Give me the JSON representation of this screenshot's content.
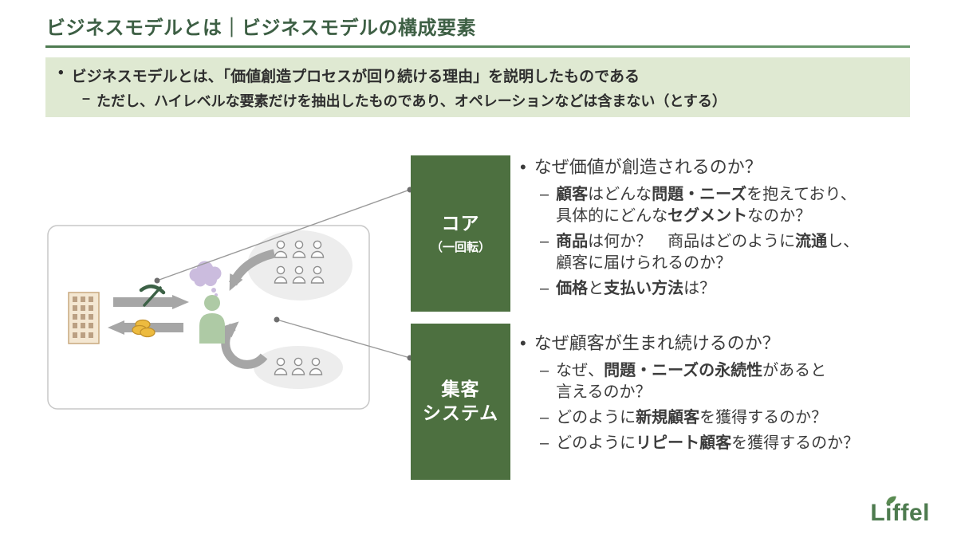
{
  "title": "ビジネスモデルとは｜ビジネスモデルの構成要素",
  "markers": {
    "dot": "•",
    "dash": "–"
  },
  "callout": {
    "line1": "ビジネスモデルとは、「価値創造プロセスが回り続ける理由」を説明したものである",
    "line2": "ただし、ハイレベルな要素だけを抽出したものであり、オペレーションなどは含まない（とする）"
  },
  "sections": [
    {
      "label_main": "コア",
      "label_sub": "（一回転）",
      "heading": "なぜ価値が創造されるのか？",
      "items": [
        [
          {
            "t": "顧客",
            "b": true
          },
          {
            "t": "はどんな"
          },
          {
            "t": "問題・ニーズ",
            "b": true
          },
          {
            "t": "を抱えており、"
          },
          {
            "br": true
          },
          {
            "t": "具体的にどんな"
          },
          {
            "t": "セグメント",
            "b": true
          },
          {
            "t": "なのか？"
          }
        ],
        [
          {
            "t": "商品",
            "b": true
          },
          {
            "t": "は何か？　商品はどのように"
          },
          {
            "t": "流通",
            "b": true
          },
          {
            "t": "し、"
          },
          {
            "br": true
          },
          {
            "t": "顧客に届けられるのか？"
          }
        ],
        [
          {
            "t": "価格",
            "b": true
          },
          {
            "t": "と"
          },
          {
            "t": "支払い方法",
            "b": true
          },
          {
            "t": "は？"
          }
        ]
      ]
    },
    {
      "label_main": "集客",
      "label_sub": "システム",
      "heading": "なぜ顧客が生まれ続けるのか？",
      "items": [
        [
          {
            "t": "なぜ、"
          },
          {
            "t": "問題・ニーズの永続性",
            "b": true
          },
          {
            "t": "があると"
          },
          {
            "br": true
          },
          {
            "t": "言えるのか？"
          }
        ],
        [
          {
            "t": "どのように"
          },
          {
            "t": "新規顧客",
            "b": true
          },
          {
            "t": "を獲得するのか？"
          }
        ],
        [
          {
            "t": "どのように"
          },
          {
            "t": "リピート顧客",
            "b": true
          },
          {
            "t": "を獲得するのか？"
          }
        ]
      ]
    }
  ],
  "diagram": {
    "icons": [
      "building-icon",
      "exchange-arrow-right-icon",
      "exchange-arrow-left-icon",
      "pickaxe-icon",
      "coins-icon",
      "person-icon",
      "thought-cloud-icon",
      "customer-group-top-icon",
      "customer-group-bottom-icon",
      "cycle-arrow-icon"
    ]
  },
  "logo": {
    "text": "Liffel"
  },
  "colors": {
    "accent_green": "#3d5f44",
    "box_green": "#4d7040",
    "callout_bg": "#dfe9d2",
    "logo_green": "#4e7b4f"
  }
}
